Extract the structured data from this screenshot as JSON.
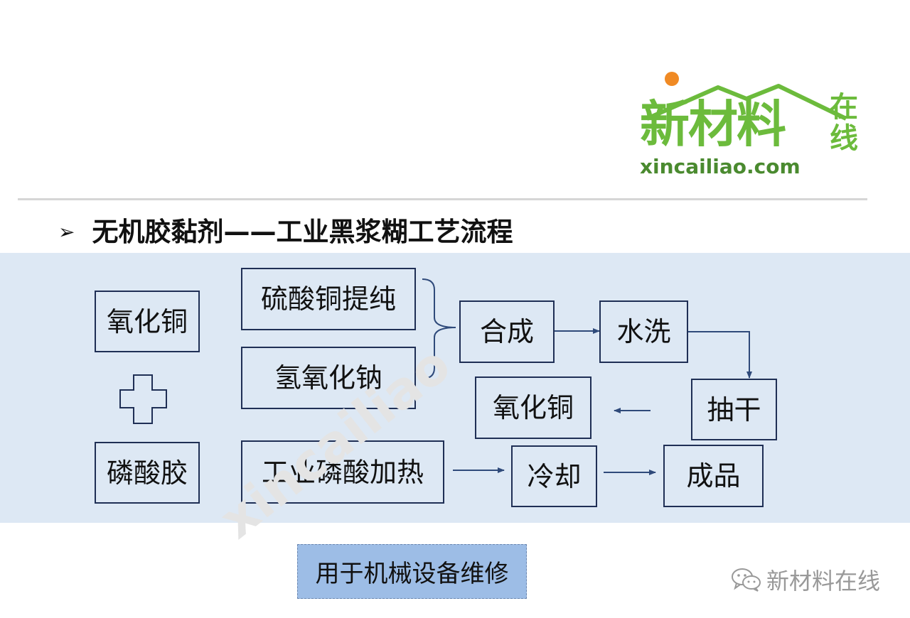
{
  "logo": {
    "brand_main": "新材料",
    "brand_side": "在线",
    "url": "xincailiao.com"
  },
  "title": {
    "bullet": "➢",
    "text": "无机胶黏剂——工业黑浆糊工艺流程"
  },
  "left_column": {
    "top": "氧化铜",
    "plus": "plus-icon",
    "bottom": "磷酸胶"
  },
  "flow": {
    "copper_sulfate": "硫酸铜提纯",
    "sodium_hydroxide": "氢氧化钠",
    "synthesis": "合成",
    "washing": "水洗",
    "drying": "抽干",
    "copper_oxide": "氧化铜",
    "heat_phosphoric": "工业磷酸加热",
    "cooling": "冷却",
    "product": "成品"
  },
  "watermark": "xincailiao",
  "note": "用于机械设备维修",
  "wechat": {
    "icon": "wechat-icon",
    "label": "新材料在线"
  },
  "colors": {
    "panel": "#dde8f4",
    "box_border": "#1f2f55",
    "logo_green": "#6cbb3c",
    "note_fill": "#9dbde6"
  }
}
